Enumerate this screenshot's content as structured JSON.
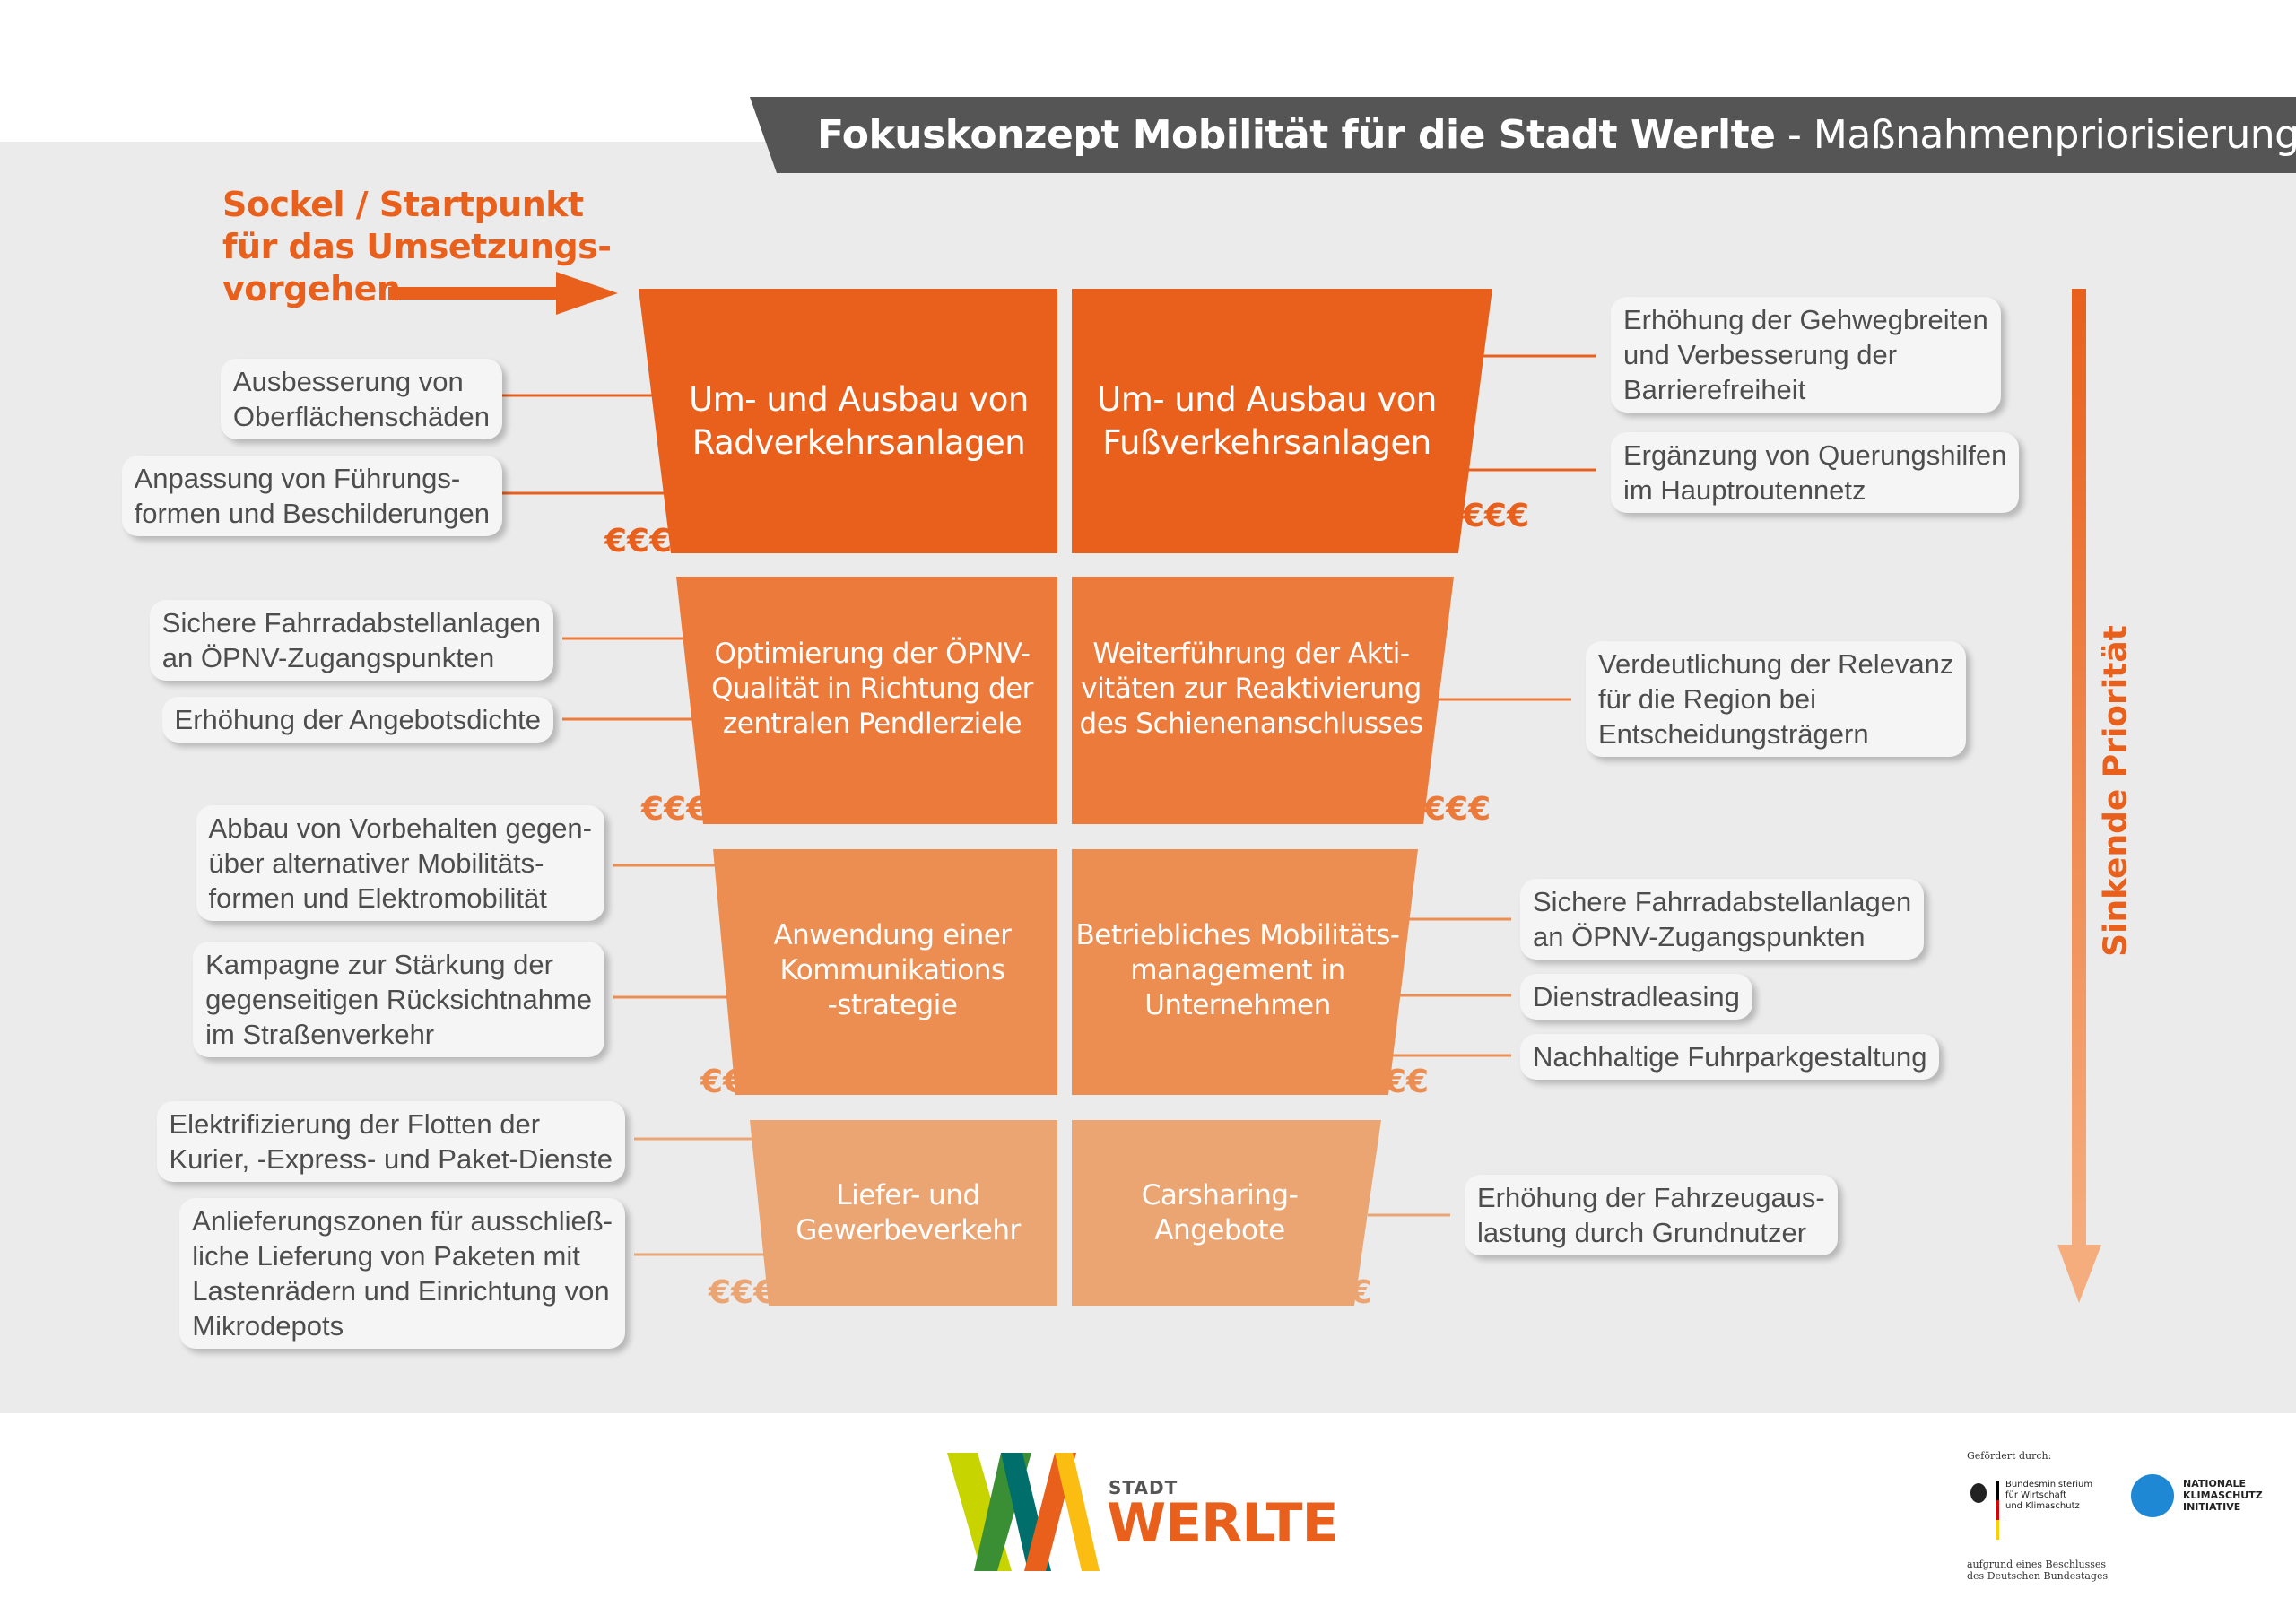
{
  "header": {
    "title_bold": "Fokuskonzept Mobilität für die Stadt Werlte",
    "title_rest": " - Maßnahmenpriorisierung"
  },
  "start_label": "Sockel / Startpunkt\nfür das Umsetzungs-\nvorgehen",
  "priority_label": "Sinkende Priorität",
  "colors": {
    "tier1": "#e8601c",
    "tier2": "#ec7a3a",
    "tier3": "#ec8e52",
    "tier4": "#eba573",
    "title_bar": "#555555"
  },
  "tiers": [
    {
      "left": {
        "label": "Um- und Ausbau von\nRadverkehrsanlagen",
        "cost": "€€€"
      },
      "right": {
        "label": "Um- und Ausbau von\nFußverkehrsanlagen",
        "cost": "€€€"
      }
    },
    {
      "left": {
        "label": "Optimierung der ÖPNV-\nQualität in Richtung der\nzentralen Pendlerziele",
        "cost": "€€€"
      },
      "right": {
        "label": "Weiterführung der Akti-\nvitäten zur Reaktivierung\ndes Schienenanschlusses",
        "cost": "€€€"
      }
    },
    {
      "left": {
        "label": "Anwendung einer\nKommunikations\n-strategie",
        "cost": "€€"
      },
      "right": {
        "label": "Betriebliches Mobilitäts-\nmanagement in\nUnternehmen",
        "cost": "€€"
      }
    },
    {
      "left": {
        "label": "Liefer- und\nGewerbeverkehr",
        "cost": "€€€"
      },
      "right": {
        "label": "Carsharing-\nAngebote",
        "cost": "€"
      }
    }
  ],
  "callouts_left": [
    "Ausbesserung von\nOberflächenschäden",
    "Anpassung von Führungs-\nformen und Beschilderungen",
    "Sichere Fahrradabstellanlagen\nan ÖPNV-Zugangspunkten",
    "Erhöhung der Angebotsdichte",
    "Abbau von Vorbehalten gegen-\nüber alternativer Mobilitäts-\nformen und Elektromobilität",
    "Kampagne zur Stärkung der\ngegenseitigen Rücksichtnahme\nim Straßenverkehr",
    "Elektrifizierung der Flotten der\nKurier, -Express- und Paket-Dienste",
    "Anlieferungszonen für ausschließ-\nliche Lieferung von Paketen mit\nLastenrädern und Einrichtung von\nMikrodepots"
  ],
  "callouts_right": [
    "Erhöhung der Gehwegbreiten\nund Verbesserung der\nBarrierefreiheit",
    "Ergänzung von Querungshilfen\nim Hauptroutennetz",
    "Verdeutlichung der Relevanz\nfür die Region bei\nEntscheidungsträgern",
    "Sichere Fahrradabstellanlagen\nan ÖPNV-Zugangspunkten",
    "Dienstradleasing",
    "Nachhaltige Fuhrparkgestaltung",
    "Erhöhung der Fahrzeugaus-\nlastung durch Grundnutzer"
  ],
  "footer": {
    "logo_small": "STADT",
    "logo_big": "WERLTE",
    "funded_by": "Gefördert durch:",
    "ministry": "Bundesministerium\nfür Wirtschaft\nund Klimaschutz",
    "resolution": "aufgrund eines Beschlusses\ndes Deutschen Bundestages",
    "nki": "NATIONALE\nKLIMASCHUTZ\nINITIATIVE"
  }
}
